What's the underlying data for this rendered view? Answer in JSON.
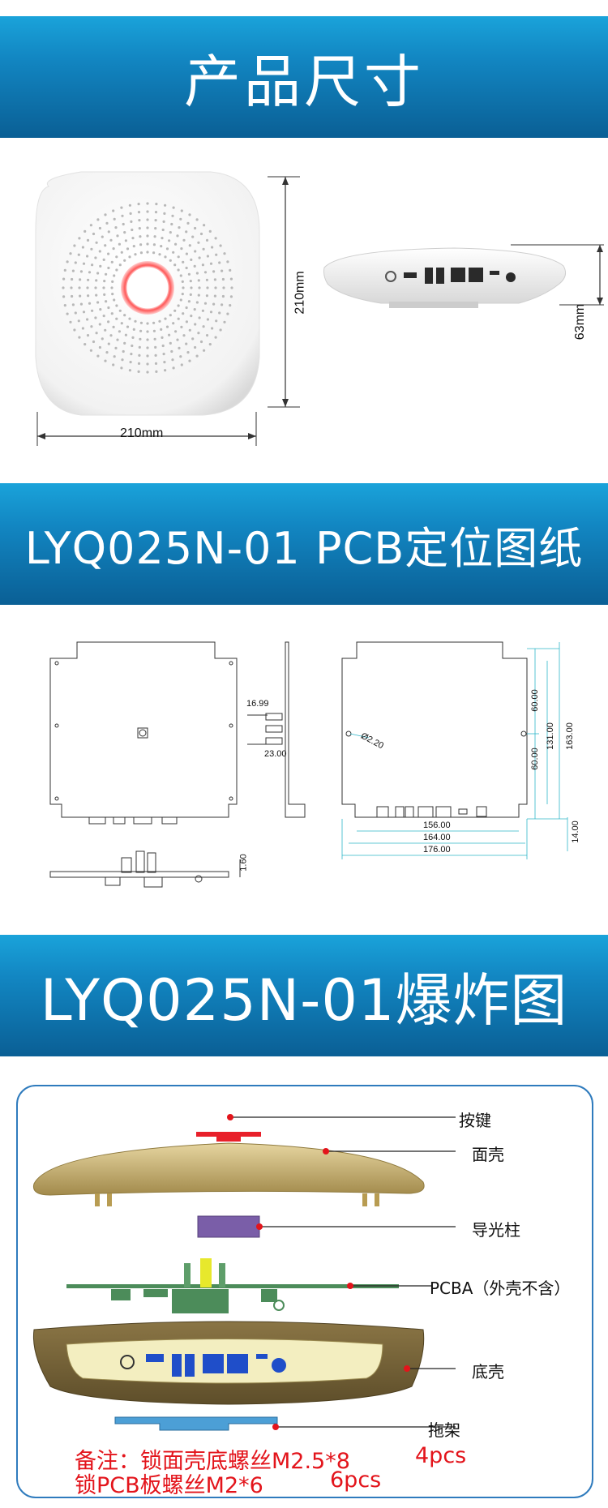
{
  "banners": {
    "size_title": "产品尺寸",
    "pcb_title": "LYQ025N-01 PCB定位图纸",
    "exploded_title": "LYQ025N-01爆炸图"
  },
  "dimensions": {
    "width": "210mm",
    "height": "210mm",
    "thickness": "63mm"
  },
  "pcb_drawing": {
    "side_dims": [
      "16.99",
      "23.00"
    ],
    "bottom_dim": "1.60",
    "hole": "Ø2.20",
    "right_vert": [
      "60.00",
      "60.00",
      "131.00",
      "163.00"
    ],
    "bottom_horiz": [
      "156.00",
      "164.00",
      "176.00"
    ],
    "corner_dim": "14.00"
  },
  "exploded": {
    "labels": [
      "按键",
      "面壳",
      "导光柱",
      "PCBA（外壳不含）",
      "底壳",
      "拖架"
    ],
    "note_line1": "备注：锁面壳底螺丝M2.5*8",
    "note_qty1": "4pcs",
    "note_line2": "锁PCB板螺丝M2*6",
    "note_qty2": "6pcs"
  },
  "colors": {
    "banner": "#1286c2",
    "note": "#e3141b",
    "frame": "#2f7bbd"
  }
}
